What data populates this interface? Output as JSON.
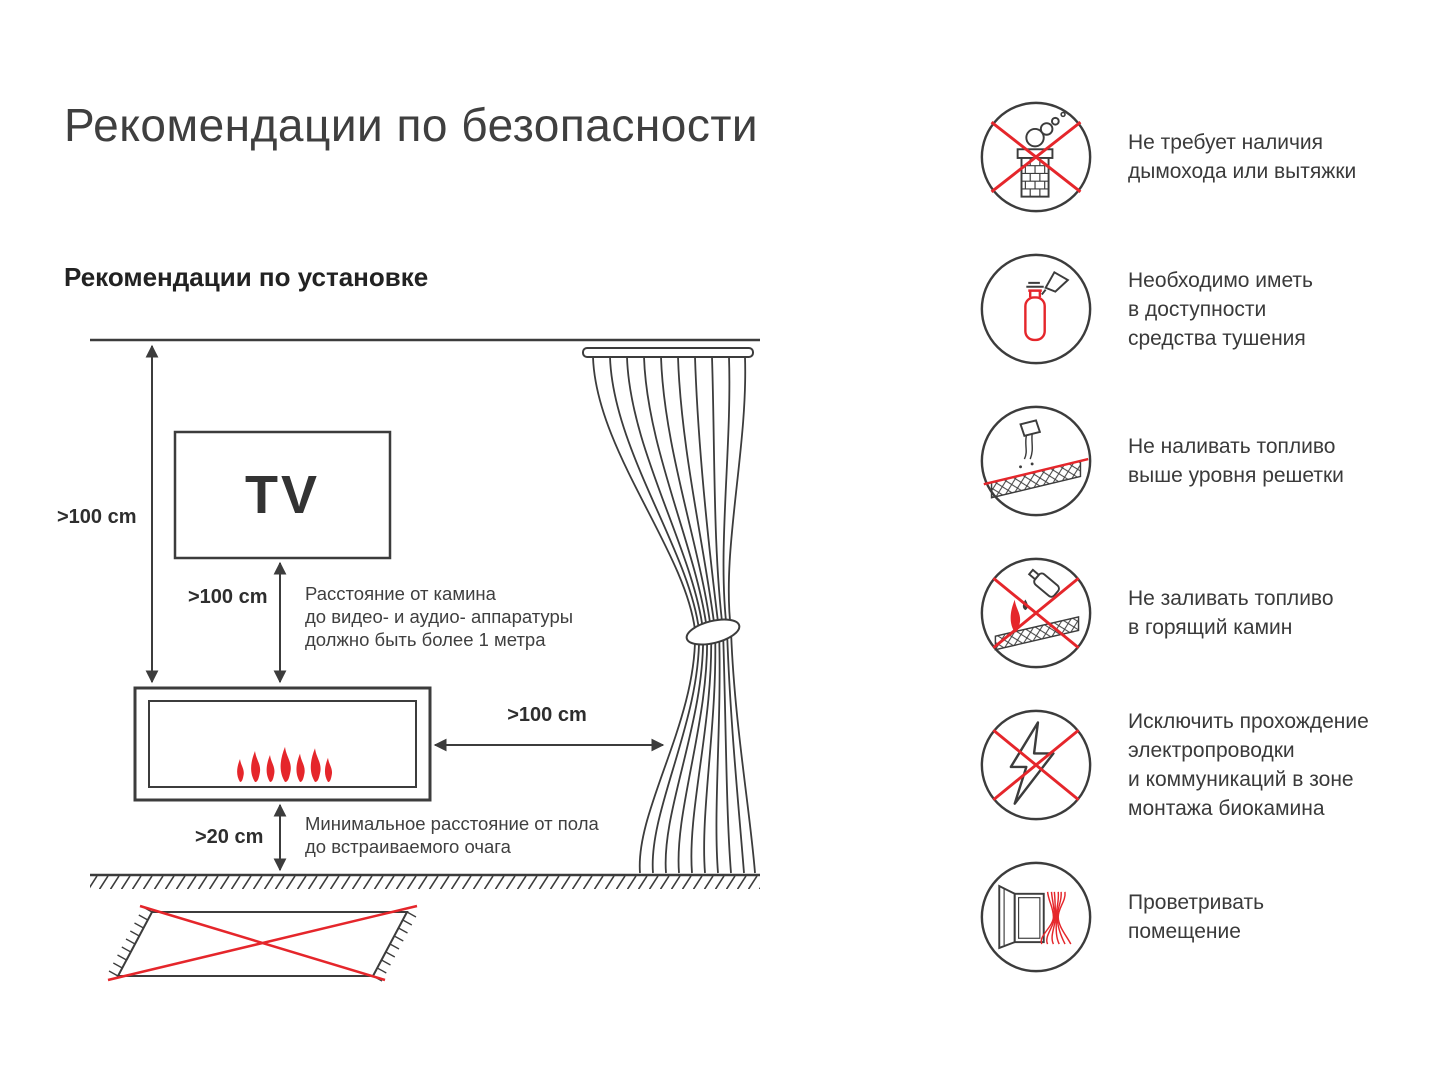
{
  "colors": {
    "accent_red": "#e5262b",
    "line_dark": "#3c3c3c"
  },
  "header": {
    "title": "Рекомендации по безопасности"
  },
  "install": {
    "subtitle": "Рекомендации по установке",
    "tv_label": "TV",
    "dims": {
      "ceiling_to_fireplace": ">100 cm",
      "tv_to_fireplace": ">100 cm",
      "fireplace_to_curtain": ">100 cm",
      "floor_to_fireplace": ">20 cm"
    },
    "notes": {
      "tv": "Расстояние от камина\nдо видео- и аудио- аппаратуры\nдолжно быть более 1 метра",
      "floor": "Минимальное расстояние от пола\nдо встраиваемого очага"
    }
  },
  "safety_rules": [
    {
      "icon": "no-chimney-icon",
      "text": "Не требует наличия\nдымохода или вытяжки"
    },
    {
      "icon": "fire-extinguisher-icon",
      "text": "Необходимо иметь\nв доступности\nсредства тушения"
    },
    {
      "icon": "fuel-below-grate-icon",
      "text": "Не наливать топливо\nвыше уровня решетки"
    },
    {
      "icon": "no-refill-burning-icon",
      "text": "Не заливать топливо\nв горящий камин"
    },
    {
      "icon": "no-wiring-icon",
      "text": "Исключить прохождение\nэлектропроводки\nи коммуникаций в зоне\nмонтажа биокамина"
    },
    {
      "icon": "ventilate-room-icon",
      "text": "Проветривать\nпомещение"
    }
  ]
}
